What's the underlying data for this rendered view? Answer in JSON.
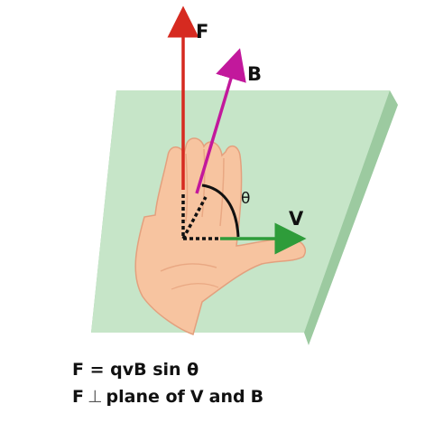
{
  "labels": {
    "force": "F",
    "magnetic_field": "B",
    "velocity": "V",
    "angle": "θ"
  },
  "formula": {
    "line1": "F = qvB sin θ",
    "line2_F": "F",
    "line2_perp": "⊥",
    "line2_text": "plane of",
    "line2_V": "V",
    "line2_and": "and",
    "line2_B": "B"
  },
  "colors": {
    "plane": "#c6e5c8",
    "plane_edge": "#9ccaa0",
    "hand": "#f7c4a0",
    "hand_shadow": "#e9a883",
    "force_arrow": "#d62a20",
    "field_arrow": "#c2189c",
    "velocity_arrow": "#2e9c3a",
    "angle_arc": "#111111"
  },
  "icons": {
    "hand": "right-hand-illustration",
    "plane": "plane-illustration"
  }
}
